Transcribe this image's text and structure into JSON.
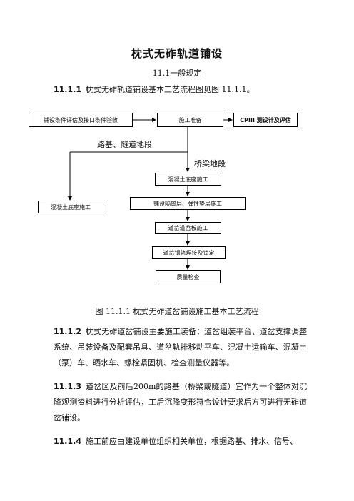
{
  "document": {
    "title": "枕式无砟轨道铺设",
    "subtitle": "11.1一般规定",
    "paragraphs": [
      {
        "num": "11.1.1",
        "text": "枕式无砟轨道铺设基本工艺流程图见图 11.1.1。"
      },
      {
        "num": "11.1.2",
        "text": "枕式无砟道岔铺设主要施工装备：道岔组装平台、道岔支撑调整系统、吊装设备及配套吊具、道岔轨排移动平车、混凝土运输车、混凝土（泵）车、晒水车、螺栓紧固机、检查测量仪器等。"
      },
      {
        "num": "11.1.3",
        "text": "道岔区及前后200m的路基（桥梁或隧道）宜作为一个整体对沉降观测资料进行分析评估，工后沉降变形符合设计要求后方可进行无砟道岔铺设。"
      },
      {
        "num": "11.1.4",
        "text": "施工前应由建设单位组织相关单位，根据路基、排水、信号、"
      }
    ],
    "figure_caption": "图 11.1.1   枕式无砟道岔铺设施工基本工艺流程"
  },
  "flowchart": {
    "boxes": {
      "acceptance": "铺设条件评估及接口条件验收",
      "prep": "施工准备",
      "cpiii": "CPIII 测设计及评估",
      "base_bridge": "混凝土底座施工",
      "base_road": "混凝土底座施工",
      "isolation": "铺设隔离层、弹性垫层施工",
      "slab": "道岔道岔板施工",
      "weld": "道岔钢轨焊接及锁定",
      "quality": "质量检查"
    },
    "labels": {
      "road": "路基、隧道地段",
      "bridge": "桥梁地段"
    }
  }
}
